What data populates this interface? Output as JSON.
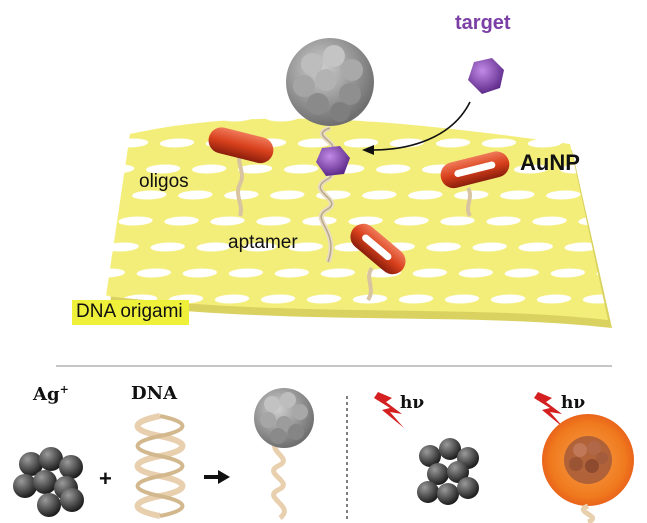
{
  "top_panel": {
    "target_label": "target",
    "aunp_label": "AuNP",
    "oligos_label": "oligos",
    "aptamer_label": "aptamer",
    "origami_label": "DNA origami"
  },
  "bottom_panel": {
    "ag_label": "Ag",
    "ag_charge": "+",
    "dna_label": "DNA",
    "plus_sign": "+",
    "light_label_1": "hν",
    "light_label_2": "hν"
  },
  "colors": {
    "origami": "#f3ee7a",
    "aunp": "#d8401c",
    "target": "#8a4fc0",
    "silver": "#8d8d8d",
    "glow": "#f07a1e"
  }
}
